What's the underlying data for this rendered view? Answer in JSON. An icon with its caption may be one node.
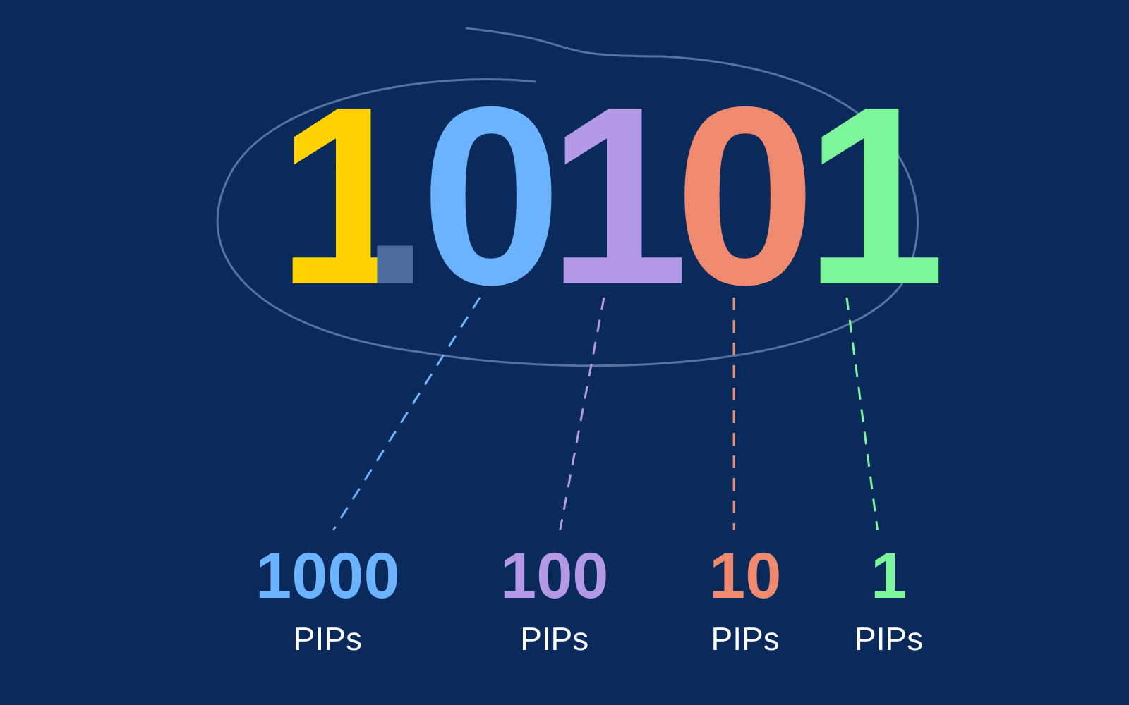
{
  "diagram": {
    "nodes": [
      {
        "text": [
          "1"
        ]
      },
      {
        "text": [
          "."
        ]
      },
      {
        "text": [
          "0"
        ]
      },
      {
        "text": [
          "1"
        ]
      },
      {
        "text": [
          "0"
        ]
      },
      {
        "text": [
          "1"
        ]
      },
      {
        "text": [
          "1000",
          "PIPs"
        ]
      },
      {
        "text": [
          "100",
          "PIPs"
        ]
      },
      {
        "text": [
          "10",
          "PIPs"
        ]
      },
      {
        "text": [
          "1",
          "PIPs"
        ]
      }
    ],
    "edges": [
      {
        "from": 2,
        "to": 6,
        "arrow": "none",
        "style": "dashed",
        "color": "#6bb3ff"
      },
      {
        "from": 3,
        "to": 7,
        "arrow": "none",
        "style": "dashed",
        "color": "#b49ae6"
      },
      {
        "from": 4,
        "to": 8,
        "arrow": "none",
        "style": "dashed",
        "color": "#f08a6e"
      },
      {
        "from": 5,
        "to": 9,
        "arrow": "none",
        "style": "dashed",
        "color": "#7df59a"
      }
    ]
  }
}
